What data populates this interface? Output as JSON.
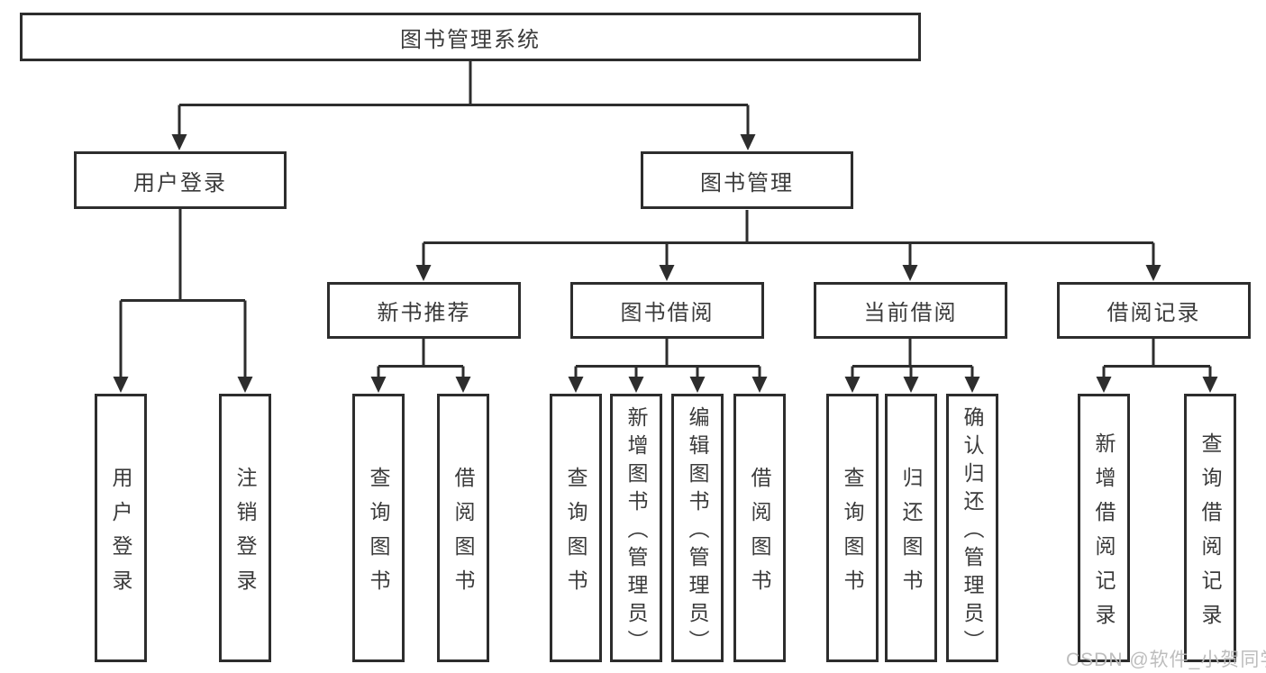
{
  "page": {
    "watermark": "CSDN @软件_小贺同学",
    "colors": {
      "background": "#ffffff",
      "box_border": "#2d2d2d",
      "connector_line": "#2d2d2d",
      "text": "#3b3b3b",
      "watermark_text": "#b9b9b9"
    }
  },
  "tree": {
    "label": "图书管理系统",
    "children": [
      {
        "label": "用户登录",
        "children": [
          {
            "label": "用户登录"
          },
          {
            "label": "注销登录"
          }
        ]
      },
      {
        "label": "图书管理",
        "children": [
          {
            "label": "新书推荐",
            "children": [
              {
                "label": "查询图书"
              },
              {
                "label": "借阅图书"
              }
            ]
          },
          {
            "label": "图书借阅",
            "children": [
              {
                "label": "查询图书"
              },
              {
                "label": "新增图书（管理员）"
              },
              {
                "label": "编辑图书（管理员）"
              },
              {
                "label": "借阅图书"
              }
            ]
          },
          {
            "label": "当前借阅",
            "children": [
              {
                "label": "查询图书"
              },
              {
                "label": "归还图书"
              },
              {
                "label": "确认归还（管理员）"
              }
            ]
          },
          {
            "label": "借阅记录",
            "children": [
              {
                "label": "新增借阅记录"
              },
              {
                "label": "查询借阅记录"
              }
            ]
          }
        ]
      }
    ]
  }
}
